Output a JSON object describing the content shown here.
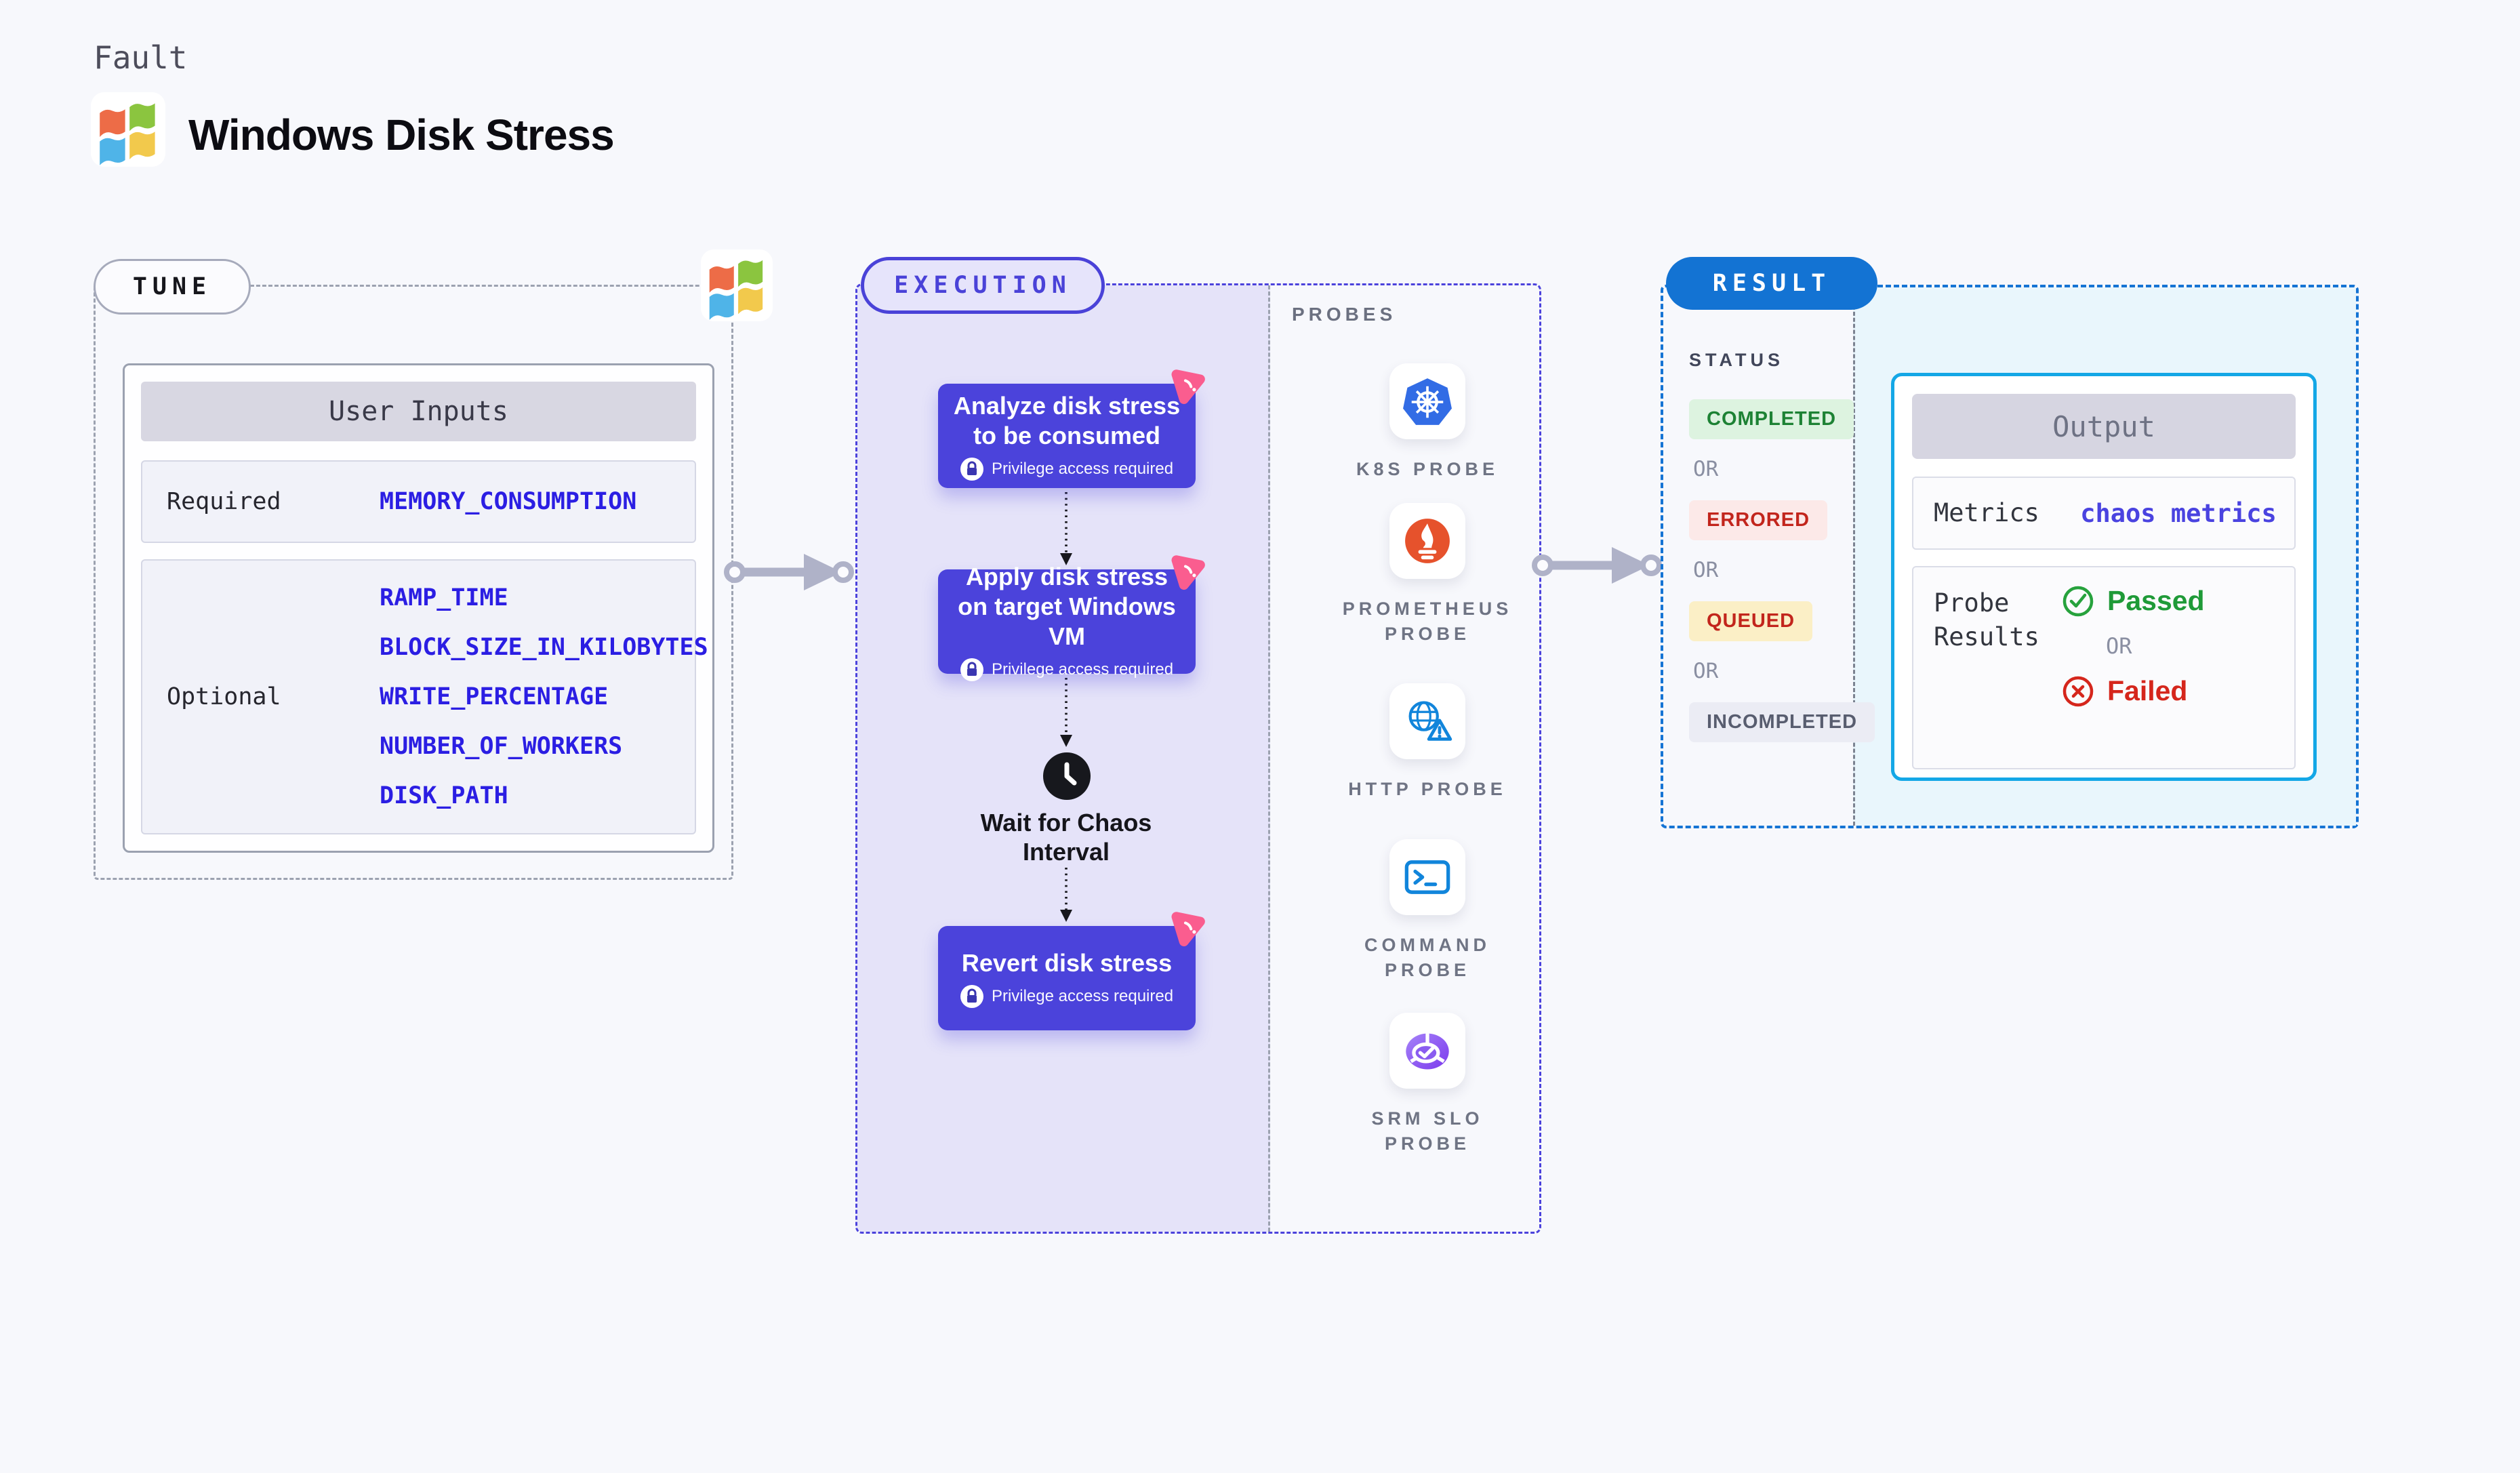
{
  "page": {
    "kicker": "Fault",
    "title": "Windows Disk Stress"
  },
  "tune": {
    "badge": "TUNE",
    "user_inputs": {
      "header": "User Inputs",
      "required_label": "Required",
      "required_params": [
        "MEMORY_CONSUMPTION"
      ],
      "optional_label": "Optional",
      "optional_params": [
        "RAMP_TIME",
        "BLOCK_SIZE_IN_KILOBYTES",
        "WRITE_PERCENTAGE",
        "NUMBER_OF_WORKERS",
        "DISK_PATH"
      ]
    }
  },
  "execution": {
    "badge": "EXECUTION",
    "privilege_note": "Privilege access required",
    "steps": [
      "Analyze disk stress to be consumed",
      "Apply disk stress on target Windows VM",
      "Revert disk stress"
    ],
    "wait_label": "Wait for Chaos Interval"
  },
  "probes": {
    "label": "PROBES",
    "items": [
      "K8S PROBE",
      "PROMETHEUS PROBE",
      "HTTP PROBE",
      "COMMAND PROBE",
      "SRM SLO PROBE"
    ]
  },
  "result": {
    "badge": "RESULT",
    "status_label": "STATUS",
    "or_label": "OR",
    "statuses": [
      {
        "label": "COMPLETED",
        "bg": "#DDF3E0",
        "fg": "#1D8234"
      },
      {
        "label": "ERRORED",
        "bg": "#FCE9E8",
        "fg": "#C2251C"
      },
      {
        "label": "QUEUED",
        "bg": "#FBEFC6",
        "fg": "#C2251C"
      },
      {
        "label": "INCOMPLETED",
        "bg": "#EBECF4",
        "fg": "#585D6F"
      }
    ],
    "output": {
      "header": "Output",
      "metrics_label": "Metrics",
      "metrics_value": "chaos metrics",
      "probe_results_label": "Probe Results",
      "passed_label": "Passed",
      "failed_label": "Failed"
    }
  },
  "colors": {
    "accent_indigo": "#4A42D8",
    "step_box": "#4B43DB",
    "result_blue": "#1574D4",
    "output_border": "#14A7E6",
    "param_blue": "#2B1EE3",
    "passed_green": "#1F9A38",
    "failed_red": "#D5261C",
    "chaos_pink": "#FA5D8F"
  }
}
